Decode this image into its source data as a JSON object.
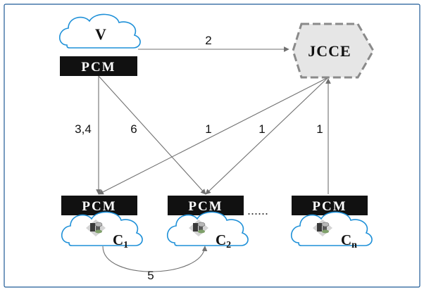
{
  "nodes": {
    "v": {
      "label": "V",
      "pcm_label": "PCM"
    },
    "jcce": {
      "label": "JCCE"
    },
    "c1": {
      "label": "C",
      "sub": "1",
      "pcm_label": "PCM"
    },
    "c2": {
      "label": "C",
      "sub": "2",
      "pcm_label": "PCM"
    },
    "cn": {
      "label": "C",
      "sub": "n",
      "pcm_label": "PCM"
    }
  },
  "ellipsis": "......",
  "edges": {
    "v_to_jcce": "2",
    "v_to_c1": "3,4",
    "v_to_c2": "6",
    "jcce_to_c1": "1",
    "jcce_to_c2": "1",
    "cn_to_jcce": "1",
    "c1_to_c2": "5"
  },
  "icons": {
    "cloud": "cloud-icon",
    "server": "server-icon",
    "jcce": "dashed-jcce-shape"
  },
  "colors": {
    "frame_border": "#1f5a96",
    "cloud_outline": "#1e90d8",
    "pcm_fill": "#111111",
    "edge": "#707070",
    "jcce_fill": "#e6e6e6",
    "jcce_border": "#8a8a8a"
  }
}
